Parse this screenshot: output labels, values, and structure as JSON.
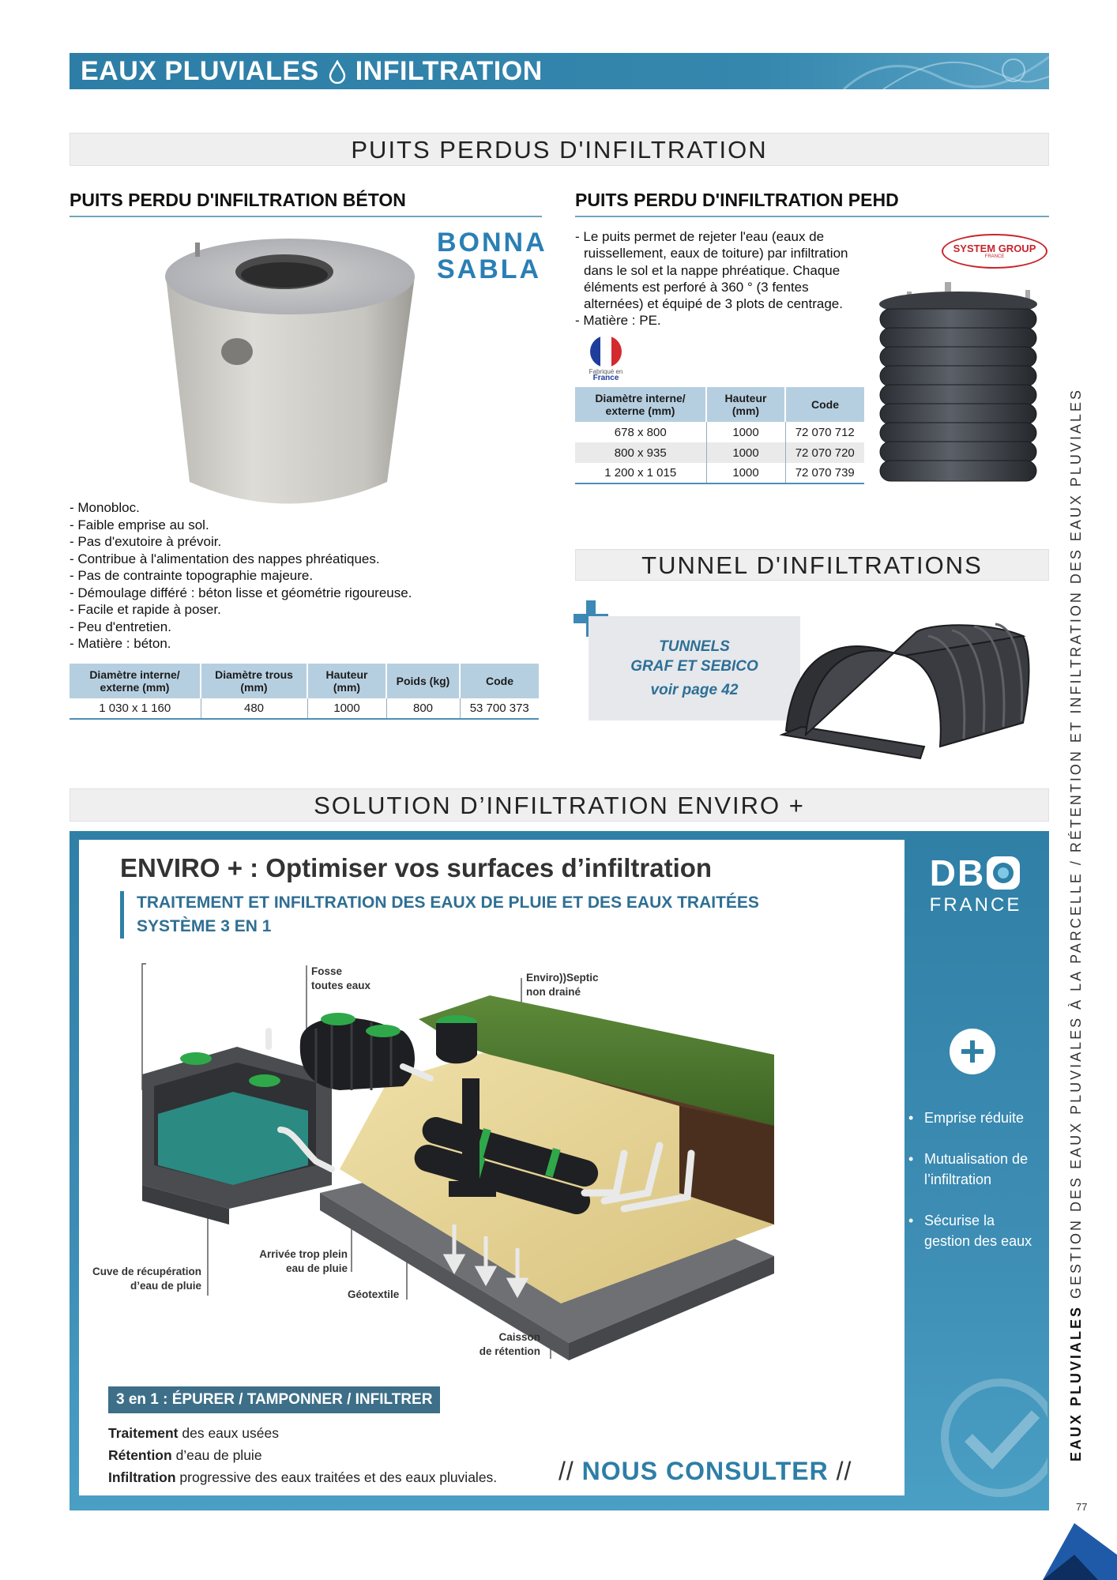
{
  "header": {
    "left": "EAUX PLUVIALES",
    "right": "INFILTRATION"
  },
  "section1": {
    "title": "PUITS PERDUS D'INFILTRATION"
  },
  "beton": {
    "title": "PUITS PERDU D'INFILTRATION BÉTON",
    "logo_line1": "BONNA",
    "logo_line2": "SABLA",
    "features": [
      "- Monobloc.",
      "- Faible emprise au sol.",
      "- Pas d'exutoire à prévoir.",
      "- Contribue à l'alimentation des nappes phréatiques.",
      "- Pas de contrainte topographie majeure.",
      "- Démoulage différé : béton lisse et géométrie rigoureuse.",
      "- Facile et rapide à poser.",
      "- Peu d'entretien.",
      "- Matière : béton."
    ],
    "table": {
      "headers": [
        "Diamètre interne/ externe (mm)",
        "Diamètre trous (mm)",
        "Hauteur (mm)",
        "Poids (kg)",
        "Code"
      ],
      "rows": [
        [
          "1 030 x 1 160",
          "480",
          "1000",
          "800",
          "53 700 373"
        ]
      ]
    }
  },
  "pehd": {
    "title": "PUITS PERDU D'INFILTRATION PEHD",
    "description": [
      "- Le puits permet de rejeter l'eau (eaux de",
      "ruissellement, eaux de toiture) par infiltration",
      "dans le sol et la nappe phréatique. Chaque",
      "éléments est perforé à 360 ° (3 fentes",
      "alternées) et équipé de 3 plots de centrage.",
      "- Matière : PE."
    ],
    "logo": "SYSTEM GROUP",
    "logo_sub": "FRANCE",
    "flag_text1": "Fabriqué en",
    "flag_text2": "France",
    "table": {
      "headers": [
        "Diamètre interne/ externe (mm)",
        "Hauteur (mm)",
        "Code"
      ],
      "rows": [
        [
          "678 x 800",
          "1000",
          "72 070 712"
        ],
        [
          "800 x 935",
          "1000",
          "72 070 720"
        ],
        [
          "1 200 x 1 015",
          "1000",
          "72 070 739"
        ]
      ]
    }
  },
  "tunnel": {
    "title": "TUNNEL D'INFILTRATIONS",
    "line1": "TUNNELS",
    "line2": "GRAF ET SEBICO",
    "line3": "voir page 42"
  },
  "section2": {
    "title": "SOLUTION D’INFILTRATION ENVIRO +"
  },
  "enviro": {
    "title": "ENVIRO + : Optimiser vos surfaces d’infiltration",
    "subtitle1": "TRAITEMENT ET INFILTRATION DES EAUX DE PLUIE ET DES EAUX TRAITÉES",
    "subtitle2": "SYSTÈME 3 EN 1",
    "labels": {
      "fosse1": "Fosse",
      "fosse2": "toutes eaux",
      "septic1": "Enviro))Septic",
      "septic2": "non drainé",
      "cuve1": "Cuve de récupération",
      "cuve2": "d’eau de pluie",
      "arrivee1": "Arrivée trop plein",
      "arrivee2": "eau de pluie",
      "geo": "Géotextile",
      "caisson1": "Caisson",
      "caisson2": "de rétention"
    },
    "banner": "3 en 1 : ÉPURER / TAMPONNER / INFILTRER",
    "traits": [
      {
        "bold": "Traitement",
        "rest": " des eaux usées"
      },
      {
        "bold": "Rétention",
        "rest": " d’eau de pluie"
      },
      {
        "bold": "Infiltration",
        "rest": " progressive des eaux traitées et des eaux pluviales."
      }
    ],
    "consult": "NOUS CONSULTER",
    "brand_d": "D",
    "brand_b": "B",
    "brand_o": "O",
    "brand_sub": "FRANCE",
    "benefits": [
      [
        "Emprise réduite"
      ],
      [
        "Mutualisation de",
        "l’infiltration"
      ],
      [
        "Sécurise la",
        "gestion des eaux"
      ]
    ]
  },
  "sidebar": {
    "bold": "EAUX PLUVIALES",
    "rest": "GESTION DES EAUX PLUVIALES À LA PARCELLE / RÉTENTION ET INFILTRATION DES EAUX PLUVIALES"
  },
  "page_number": "77"
}
